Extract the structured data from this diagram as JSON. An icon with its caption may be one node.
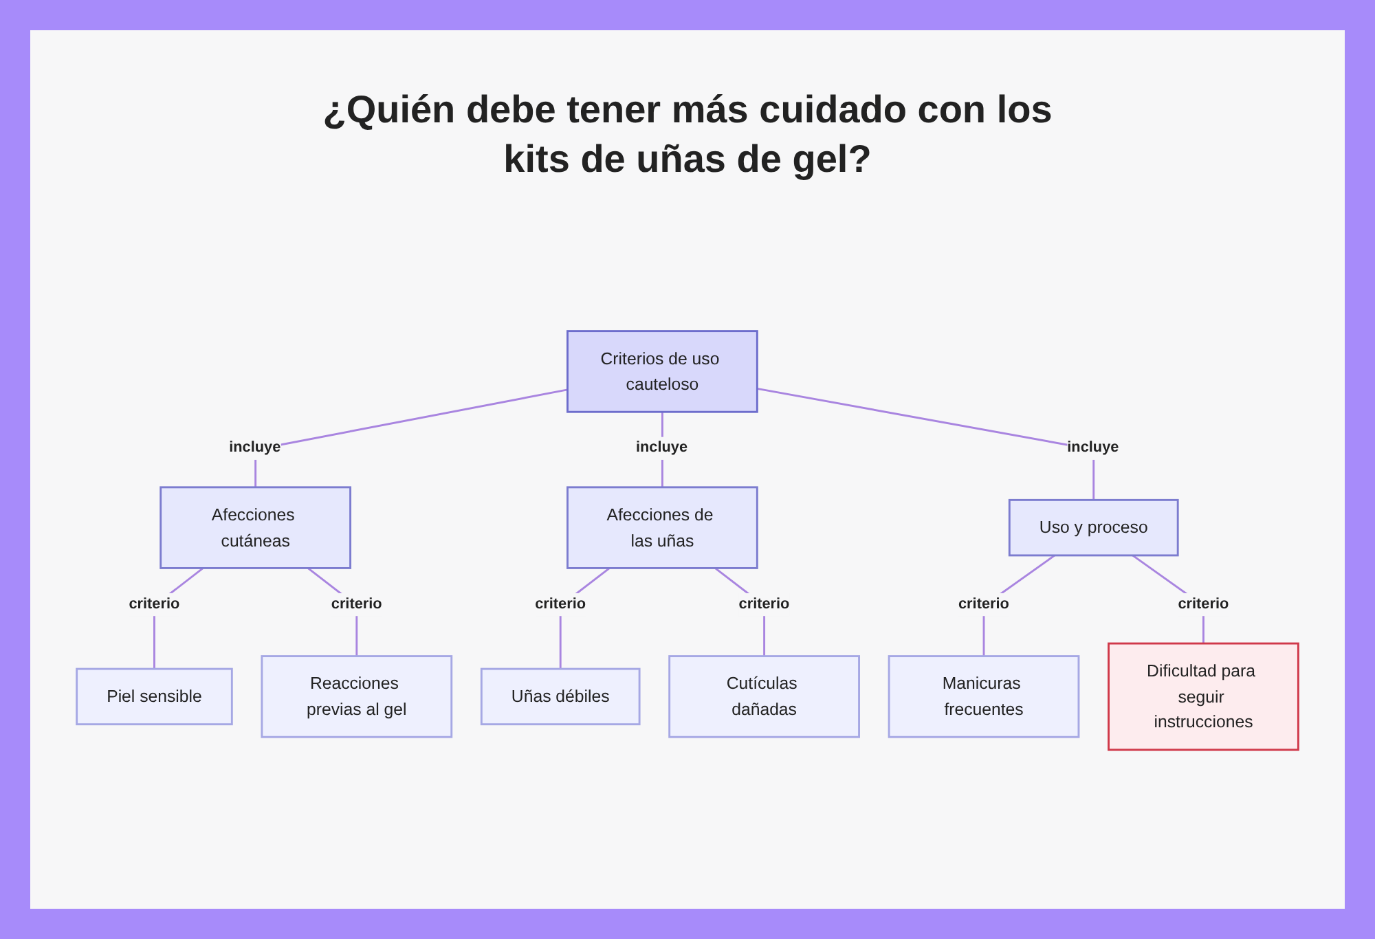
{
  "diagram": {
    "title": "¿Quién debe tener más cuidado con los kits de uñas de gel?",
    "nodes": [
      {
        "text": [
          "Criterios de uso cauteloso"
        ]
      },
      {
        "text": [
          "Afecciones cutáneas"
        ]
      },
      {
        "text": [
          "Afecciones de las uñas"
        ]
      },
      {
        "text": [
          "Uso y proceso"
        ]
      },
      {
        "text": [
          "Piel sensible"
        ]
      },
      {
        "text": [
          "Reacciones previas al gel"
        ]
      },
      {
        "text": [
          "Uñas débiles"
        ]
      },
      {
        "text": [
          "Cutículas dañadas"
        ]
      },
      {
        "text": [
          "Manicuras frecuentes"
        ]
      },
      {
        "text": [
          "Dificultad para seguir instrucciones"
        ]
      }
    ],
    "edges": [
      {
        "from": 0,
        "to": 1,
        "arrow": "none",
        "label": "incluye"
      },
      {
        "from": 0,
        "to": 2,
        "arrow": "none",
        "label": "incluye"
      },
      {
        "from": 0,
        "to": 3,
        "arrow": "none",
        "label": "incluye"
      },
      {
        "from": 1,
        "to": 4,
        "arrow": "none",
        "label": "criterio"
      },
      {
        "from": 1,
        "to": 5,
        "arrow": "none",
        "label": "criterio"
      },
      {
        "from": 2,
        "to": 6,
        "arrow": "none",
        "label": "criterio"
      },
      {
        "from": 2,
        "to": 7,
        "arrow": "none",
        "label": "criterio"
      },
      {
        "from": 3,
        "to": 8,
        "arrow": "none",
        "label": "criterio"
      },
      {
        "from": 3,
        "to": 9,
        "arrow": "none",
        "label": "criterio"
      }
    ]
  }
}
